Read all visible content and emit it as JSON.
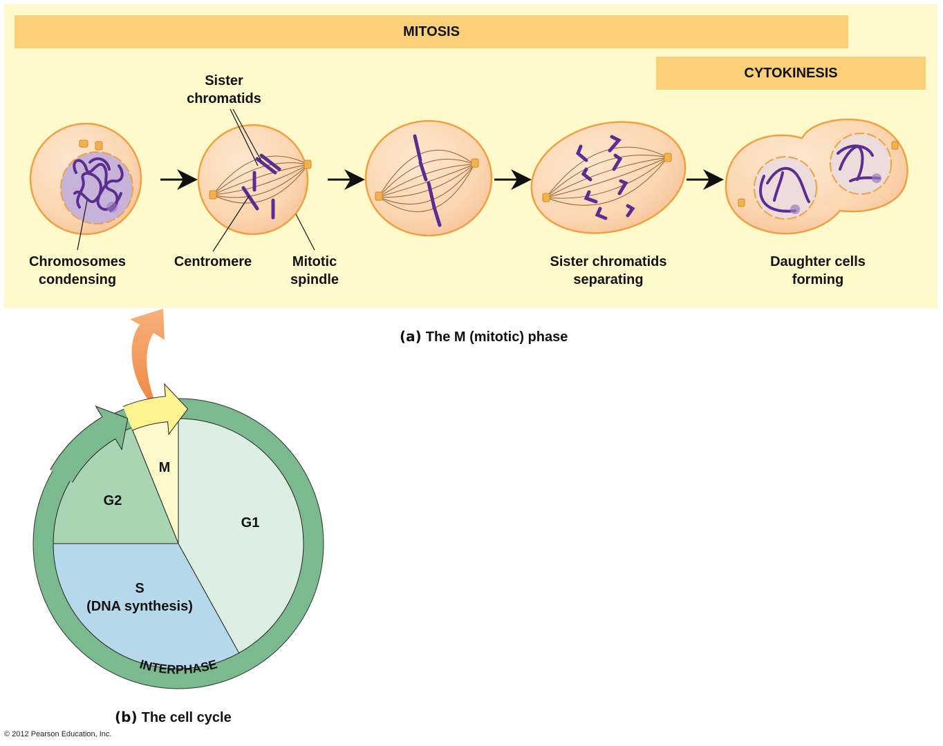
{
  "panel_a": {
    "banners": {
      "mitosis": "MITOSIS",
      "cytokinesis": "CYTOKINESIS"
    },
    "labels": {
      "sister_chromatids": [
        "Sister",
        "chromatids"
      ],
      "chromosomes_condensing": [
        "Chromosomes",
        "condensing"
      ],
      "centromere": "Centromere",
      "mitotic_spindle": [
        "Mitotic",
        "spindle"
      ],
      "sister_chromatids_separating": [
        "Sister chromatids",
        "separating"
      ],
      "daughter_cells_forming": [
        "Daughter cells",
        "forming"
      ]
    },
    "caption": {
      "tag": "(a)",
      "text": "The M (mitotic) phase"
    },
    "colors": {
      "background": "#fffacc",
      "banner": "#fcd07a",
      "cell_fill": "#fbd9b4",
      "cell_border": "#f0a040",
      "chromosome": "#5b2d91",
      "centromere": "#2e8b57"
    }
  },
  "panel_b": {
    "phases": [
      {
        "name": "M",
        "color": "#fff9cc"
      },
      {
        "name": "G2",
        "color": "#a8d5b3"
      },
      {
        "name": "S",
        "sublabel": "(DNA synthesis)",
        "color": "#b5d9eb"
      },
      {
        "name": "G1",
        "color": "#dcefe2"
      }
    ],
    "ring_label": "INTERPHASE",
    "ring_color": "#7bb98e",
    "m_arrow_color": "#fdf48f",
    "up_arrow_color": "#f39a55",
    "caption": {
      "tag": "(b)",
      "text": "The cell cycle"
    }
  },
  "copyright": "© 2012 Pearson Education, Inc."
}
